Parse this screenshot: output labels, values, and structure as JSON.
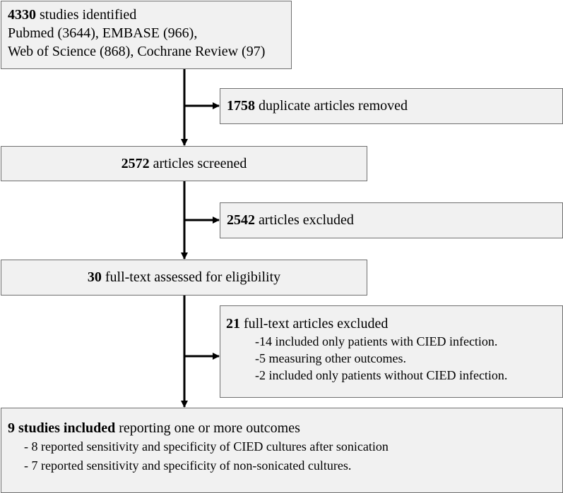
{
  "identified": {
    "count": "4330",
    "text": " studies identified",
    "line2": "Pubmed (3644), EMBASE (966),",
    "line3": "Web of Science (868), Cochrane Review (97)"
  },
  "duplicates": {
    "count": "1758",
    "text": " duplicate articles removed"
  },
  "screened": {
    "count": "2572",
    "text": " articles screened"
  },
  "excluded": {
    "count": "2542",
    "text": " articles excluded"
  },
  "fulltext": {
    "count": "30",
    "text": " full-text assessed for eligibility"
  },
  "fulltext_excluded": {
    "count": "21",
    "text": " full-text articles excluded",
    "reasons": [
      "-14 included only patients with CIED infection.",
      "-5 measuring other outcomes.",
      "-2 included only patients without CIED infection."
    ]
  },
  "included": {
    "bold": "9 studies included",
    "text": " reporting one or more outcomes",
    "details": [
      "- 8 reported sensitivity and specificity of CIED cultures after sonication",
      "- 7 reported sensitivity and specificity of non-sonicated cultures."
    ]
  },
  "colors": {
    "box_fill": "#f1f1f1",
    "box_border": "#6f6f6f",
    "connector": "#000000"
  }
}
